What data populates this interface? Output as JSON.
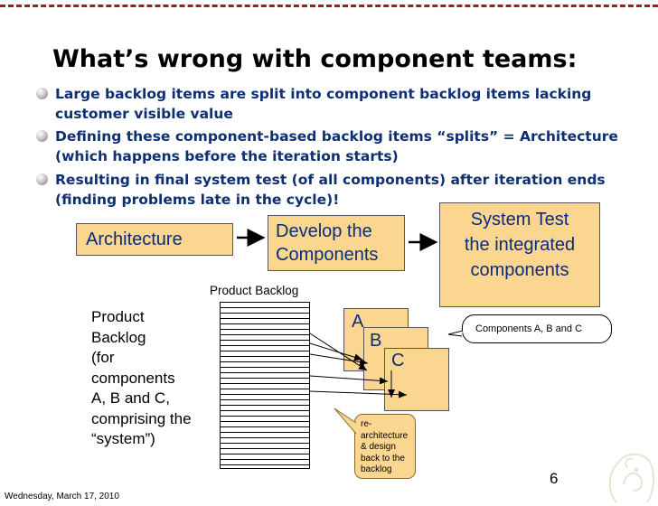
{
  "title": "What’s wrong with component teams:",
  "bullets": [
    "Large backlog items are split into component backlog items lacking customer visible value",
    "Defining these component-based backlog items “splits” = Architecture (which happens before the iteration starts)",
    "Resulting in final system test (of all components) after iteration ends (finding problems late in the cycle)!"
  ],
  "diagram": {
    "architecture": "Architecture",
    "develop": [
      "Develop the",
      "Components"
    ],
    "system_test": [
      "System Test",
      "the integrated",
      "components"
    ],
    "product_backlog_label": "Product Backlog",
    "product_text": [
      "Product",
      "Backlog",
      "(for",
      "components",
      "A, B and C,",
      "comprising the",
      "“system”)"
    ],
    "components": [
      "A",
      "B",
      "C"
    ],
    "components_callout": "Components A, B and C",
    "rearch": [
      "re-",
      "architecture",
      "& design",
      "back to the",
      "backlog"
    ]
  },
  "page_number": "6",
  "footer_date": "Wednesday, March 17, 2010",
  "colors": {
    "box_fill": "#fbd690",
    "box_text": "#0b2c7a",
    "bullet_text": "#0e2f74",
    "top_rule": "#a9181b"
  }
}
